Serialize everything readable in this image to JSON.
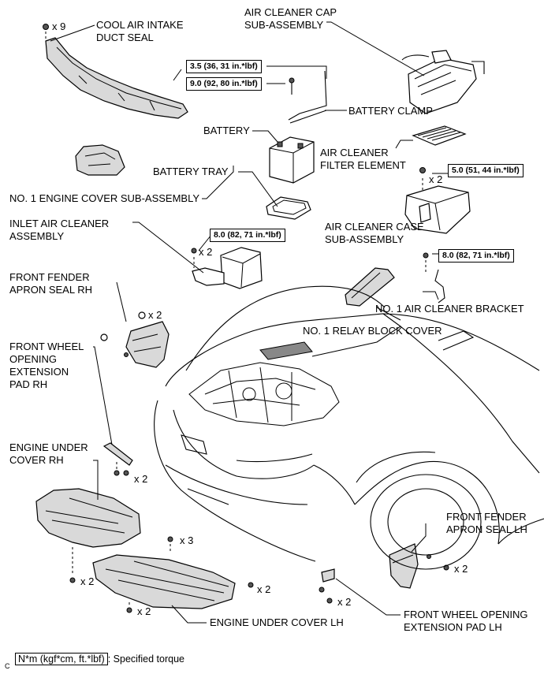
{
  "labels": {
    "cool_air_duct_seal": "COOL AIR INTAKE\nDUCT SEAL",
    "air_cleaner_cap": "AIR CLEANER CAP\nSUB-ASSEMBLY",
    "battery_clamp": "BATTERY CLAMP",
    "battery": "BATTERY",
    "air_cleaner_filter": "AIR CLEANER\nFILTER ELEMENT",
    "battery_tray": "BATTERY TRAY",
    "engine_cover": "NO. 1 ENGINE COVER SUB-ASSEMBLY",
    "air_cleaner_case": "AIR CLEANER CASE\nSUB-ASSEMBLY",
    "inlet_air_cleaner": "INLET AIR CLEANER\nASSEMBLY",
    "fender_seal_rh": "FRONT FENDER\nAPRON SEAL RH",
    "air_cleaner_bracket": "NO. 1 AIR CLEANER BRACKET",
    "relay_block_cover": "NO. 1 RELAY BLOCK COVER",
    "wheel_pad_rh": "FRONT WHEEL\nOPENING\nEXTENSION\nPAD RH",
    "under_cover_rh": "ENGINE UNDER\nCOVER RH",
    "fender_seal_lh": "FRONT FENDER\nAPRON SEAL LH",
    "wheel_pad_lh": "FRONT WHEEL OPENING\nEXTENSION PAD LH",
    "under_cover_lh": "ENGINE UNDER COVER LH"
  },
  "torques": {
    "battery_clamp_nut": "3.5 (36, 31 in.*lbf)",
    "battery_clamp_bolt": "9.0 (92, 80 in.*lbf)",
    "air_cleaner_case": "5.0 (51, 44 in.*lbf)",
    "inlet_air_cleaner": "8.0 (82, 71 in.*lbf)",
    "bracket": "8.0 (82, 71 in.*lbf)"
  },
  "quantities": {
    "duct_seal_clips": "x 9",
    "case_bolts": "x 2",
    "inlet_bolts": "x 2",
    "fender_rh_clips": "x 2",
    "pad_rh_screws": "x 2",
    "under_rh_clips": "x 3",
    "under_rh_bolts": "x 2",
    "under_lh_bolts_a": "x 2",
    "under_lh_bolts_b": "x 2",
    "fender_lh_screws": "x 2",
    "pad_lh_screws": "x 2"
  },
  "legend": {
    "unit": "N*m (kgf*cm, ft.*lbf)",
    "text": ": Specified torque"
  },
  "figure_code": "C"
}
